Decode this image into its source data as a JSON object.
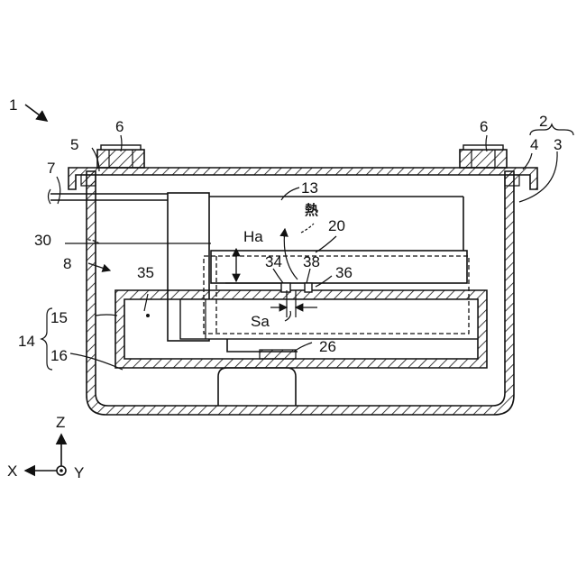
{
  "figure": {
    "labels": {
      "assembly": "1",
      "cover_group": "2",
      "case": "3",
      "lid": "4",
      "bolt_hole": "5",
      "bolt_left": "6",
      "bolt_right": "6",
      "cable": "7",
      "gap_space": "8",
      "upper_board": "13",
      "lower_module": "14",
      "module_top": "15",
      "module_bottom": "16",
      "board_20": "20",
      "post_26": "26",
      "dashed_region": "30",
      "pin_34": "34",
      "cell_35": "35",
      "hole_36": "36",
      "pin_38": "38",
      "height_ha": "Ha",
      "gap_sa": "Sa",
      "heat": "熱"
    },
    "axes": {
      "z": "Z",
      "x": "X",
      "y": "Y"
    }
  }
}
